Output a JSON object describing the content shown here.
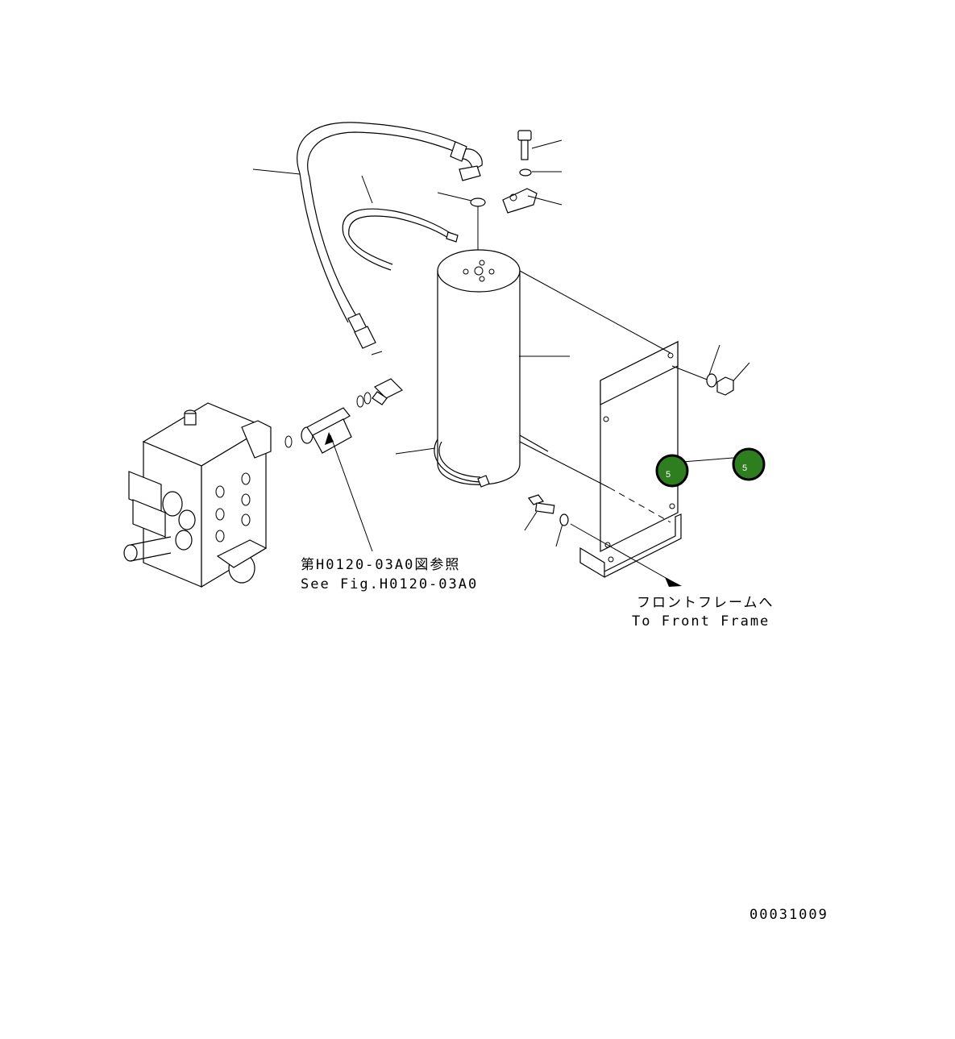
{
  "labels": {
    "ref_jp": "第H0120-03A0図参照",
    "ref_en": "See Fig.H0120-03A0",
    "dest_jp": "フロントフレームへ",
    "dest_en": "To Front Frame",
    "drawing_number": "00031009"
  },
  "callouts": [
    {
      "label": "5",
      "color": "#2e7d1e"
    },
    {
      "label": "5",
      "color": "#2e7d1e"
    }
  ]
}
